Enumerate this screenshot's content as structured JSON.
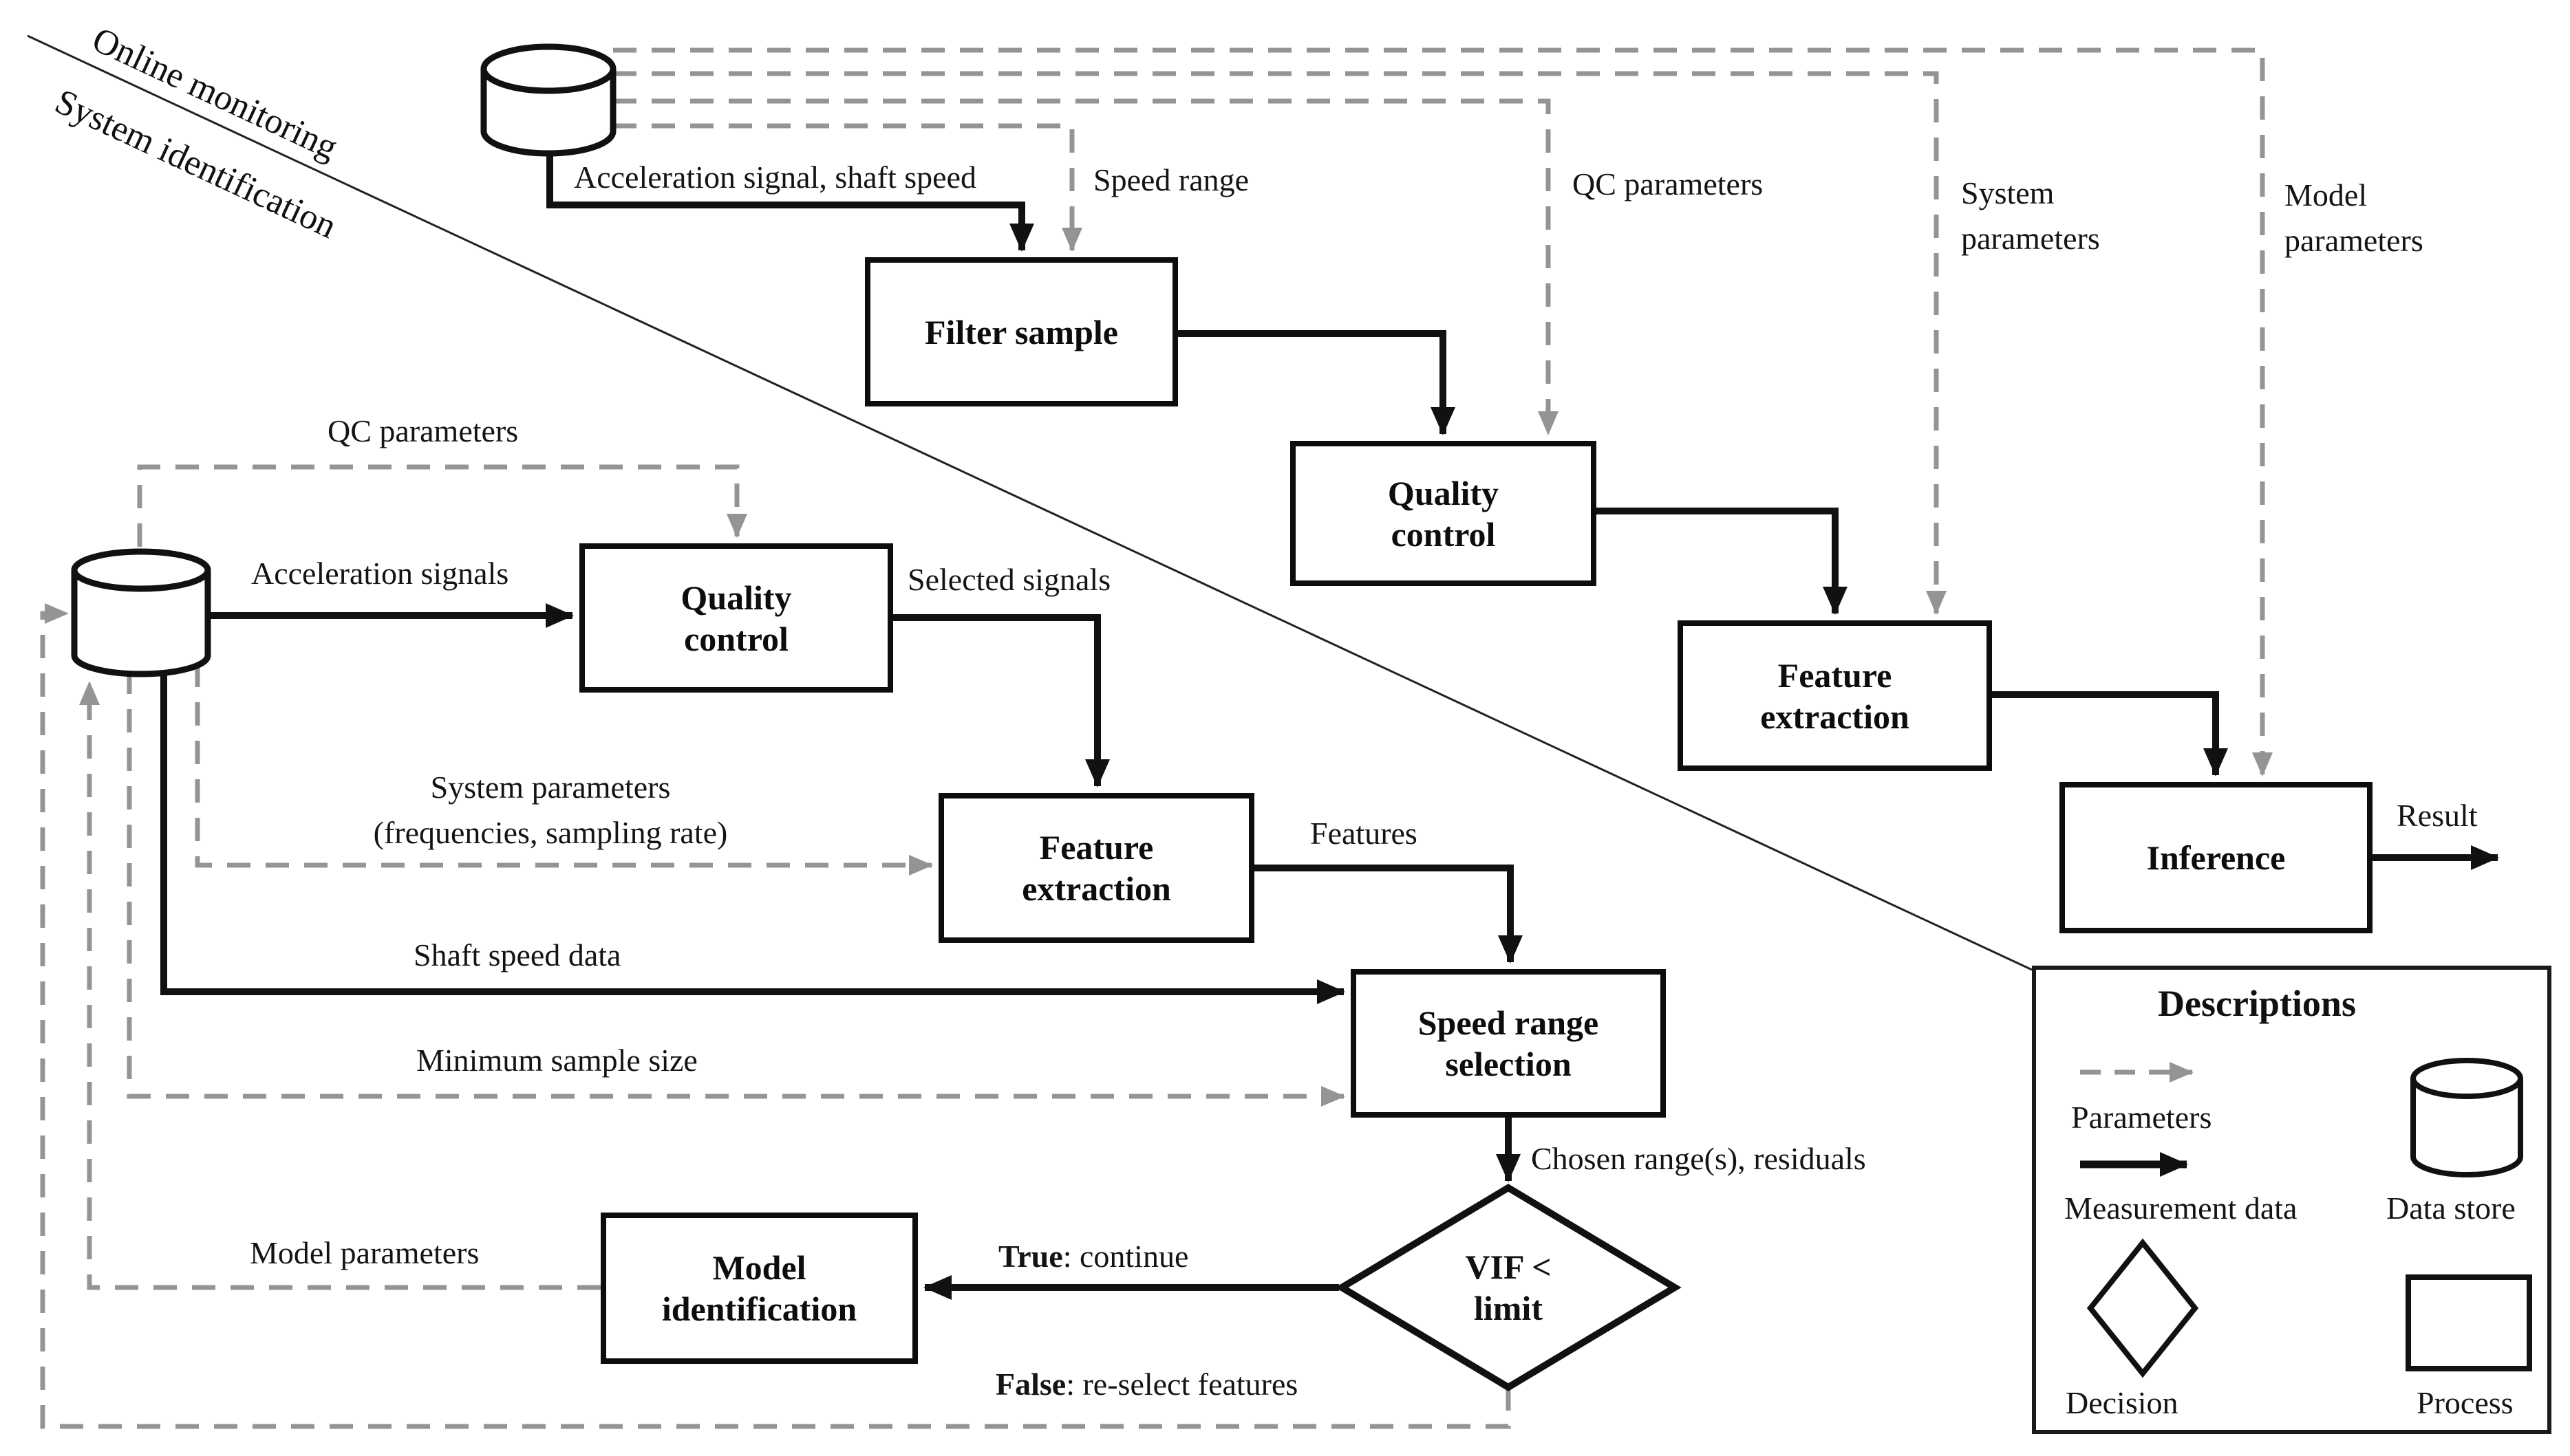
{
  "sections": {
    "online": "Online monitoring",
    "identification": "System identification"
  },
  "online": {
    "accel_label": "Acceleration signal, shaft speed",
    "speed_range": "Speed range",
    "qc_params": "QC parameters",
    "system_params": [
      "System",
      "parameters"
    ],
    "model_params": [
      "Model",
      "parameters"
    ],
    "result": "Result",
    "boxes": {
      "filter": "Filter sample",
      "qc": [
        "Quality",
        "control"
      ],
      "fe": [
        "Feature",
        "extraction"
      ],
      "inference": "Inference"
    }
  },
  "ident": {
    "qc_params": "QC parameters",
    "accel_label": "Acceleration signals",
    "selected": "Selected signals",
    "system_params": [
      "System parameters",
      "(frequencies, sampling rate)"
    ],
    "features": "Features",
    "shaft_speed": "Shaft speed data",
    "min_sample": "Minimum sample size",
    "chosen": "Chosen range(s), residuals",
    "model_params": "Model parameters",
    "true_branch": {
      "bold": "True",
      "rest": ": continue"
    },
    "false_branch": {
      "bold": "False",
      "rest": ": re-select features"
    },
    "vif": [
      "VIF <",
      "limit"
    ],
    "boxes": {
      "qc": [
        "Quality",
        "control"
      ],
      "fe": [
        "Feature",
        "extraction"
      ],
      "srs": [
        "Speed range",
        "selection"
      ],
      "model_id": [
        "Model",
        "identification"
      ]
    }
  },
  "legend": {
    "title": "Descriptions",
    "parameters": "Parameters",
    "measurement": "Measurement data",
    "data_store": "Data store",
    "decision": "Decision",
    "process": "Process"
  },
  "colors": {
    "ink": "#111111",
    "parameter_gray": "#949494"
  }
}
